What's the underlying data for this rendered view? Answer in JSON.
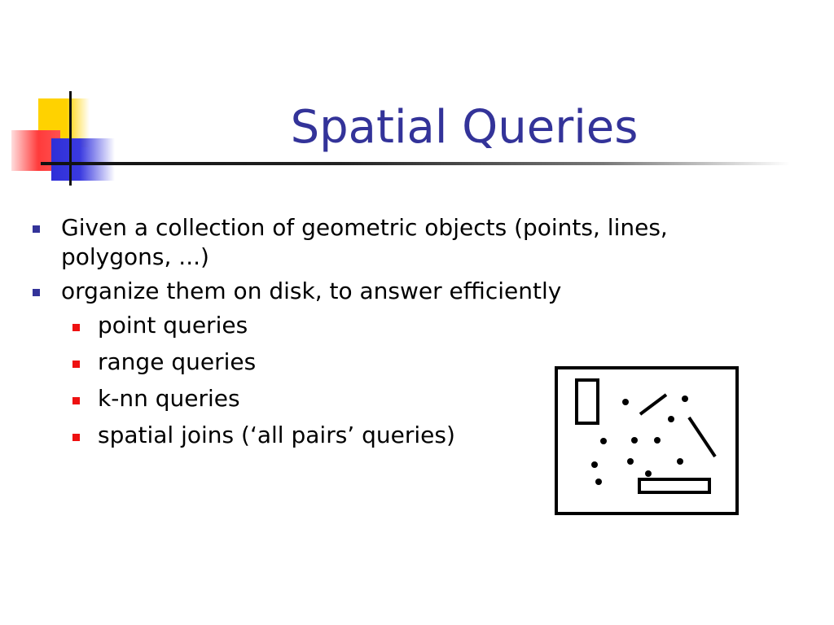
{
  "slide": {
    "title": "Spatial Queries",
    "bullets": [
      {
        "text": "Given a collection of geometric objects (points, lines, polygons, ...)",
        "subitems": []
      },
      {
        "text": "organize them on disk, to answer efficiently",
        "subitems": [
          "point queries",
          "range queries",
          "k-nn queries",
          "spatial joins (‘all pairs’ queries)"
        ]
      }
    ]
  },
  "colors": {
    "title": "#333399",
    "level1_bullet": "#333399",
    "level2_bullet": "#ee1111",
    "accent_yellow": "#ffd200",
    "accent_red": "#ff3b3b",
    "accent_blue": "#2f2fd8"
  }
}
